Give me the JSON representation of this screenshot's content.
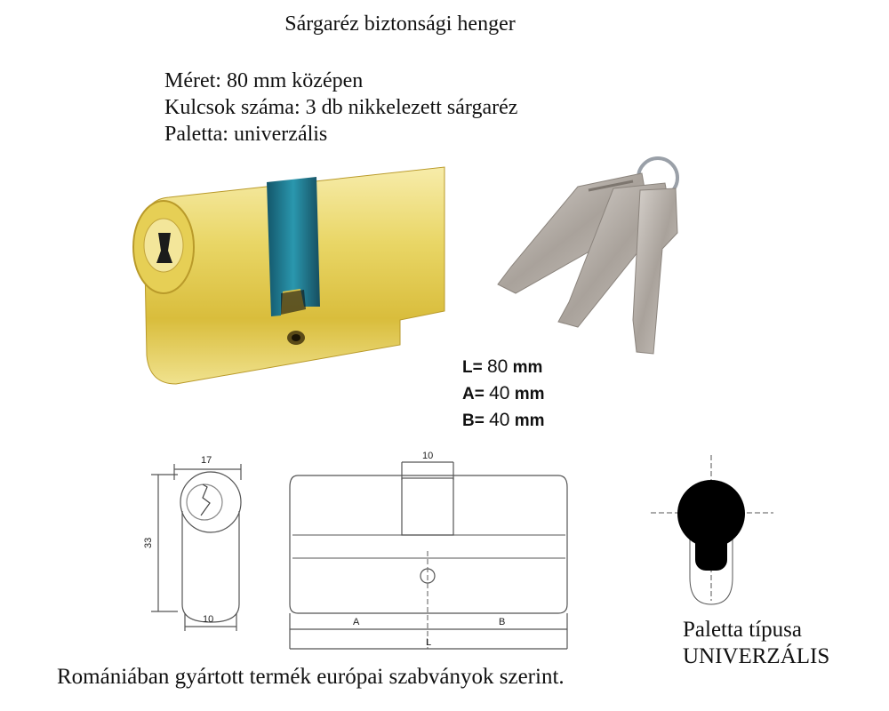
{
  "title": "Sárgaréz biztonsági henger",
  "specs": [
    "Méret: 80 mm középen",
    "Kulcsok száma: 3 db nikkelezett sárgaréz",
    "Paletta: univerzális"
  ],
  "dimensions": [
    {
      "label": "L=",
      "value": "80",
      "unit": "mm"
    },
    {
      "label": "A=",
      "value": "40",
      "unit": "mm"
    },
    {
      "label": "B=",
      "value": "40",
      "unit": "mm"
    }
  ],
  "drawing_labels": {
    "width_top": "17",
    "height": "33",
    "width_bottom": "10",
    "cam_width": "10",
    "a": "A",
    "b": "B",
    "l": "L"
  },
  "footer": "Romániában gyártott termék európai szabványok szerint.",
  "paletta_caption": {
    "line1": "Paletta típusa",
    "line2": "UNIVERZÁLIS"
  },
  "colors": {
    "brass": "#e6cf55",
    "cam": "#1f7f96",
    "key": "#b9b3ad"
  }
}
